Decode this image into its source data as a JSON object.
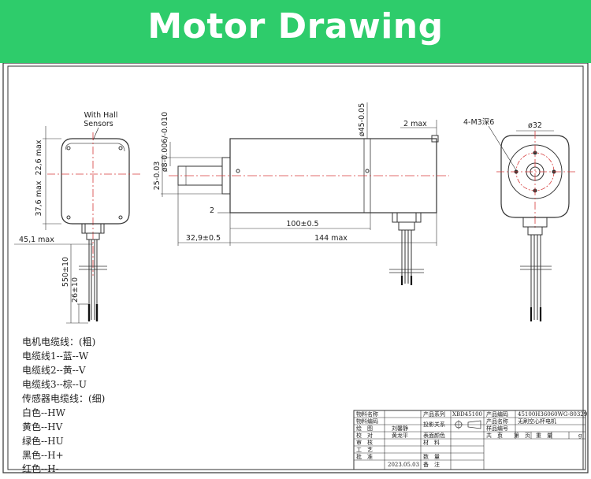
{
  "header": {
    "title": "Motor Drawing",
    "color": "#2ecc6b"
  },
  "side_view": {
    "label_line1": "With Hall",
    "label_line2": "Sensors",
    "dim_top": "22,6 max",
    "dim_bottom": "37,6 max",
    "dim_width": "45,1 max",
    "dim_lead_total": "550±10",
    "dim_lead_strip": "26±10"
  },
  "front_view": {
    "dim_shaft_dia": "ø8-0.006/-0.010",
    "dim_body_dia": "ø45-0.05",
    "dim_pilot": "25-0.03",
    "dim_gap": "2 max",
    "dim_step": "2",
    "dim_body_len": "100±0.5",
    "dim_shaft_len": "32,9±0.5",
    "dim_total_len": "144 max"
  },
  "end_view": {
    "dim_holes": "4-M3深6",
    "dim_bolt_circle": "ø32"
  },
  "legend": {
    "title": "电机电缆线：(粗)",
    "line1": "电缆线1--蓝--W",
    "line2": "电缆线2--黄--V",
    "line3": "电缆线3--棕--U",
    "sensor_title": "传感器电缆线：(细)",
    "s1": "白色--HW",
    "s2": "黄色--HV",
    "s3": "绿色--HU",
    "s4": "黑色--H+",
    "s5": "红色--H-"
  },
  "title_block": {
    "material_name": "物料名称",
    "material_code": "物料编码",
    "draw": "绘　图",
    "check": "校　对",
    "review": "审　核",
    "process": "工　艺",
    "approve": "批　准",
    "drawer": "刘馨静",
    "checker": "黄龙平",
    "date": "2023.05.03",
    "series_label": "产品系列",
    "series_value": "XBD45100",
    "projection_label": "投影关系",
    "surface_label": "表面颜色",
    "material_label": "材　料",
    "qty_label": "数　量",
    "remark_label": "备　注",
    "code_label": "产品编码",
    "code_value": "45100H36060WG-80329",
    "name_label": "产品名称",
    "name_value": "无刷空心杯电机",
    "sample_label": "样品编号",
    "total_pages": "共　页",
    "page_no": "第　页",
    "weight_label": "重　量",
    "unit": "g"
  }
}
